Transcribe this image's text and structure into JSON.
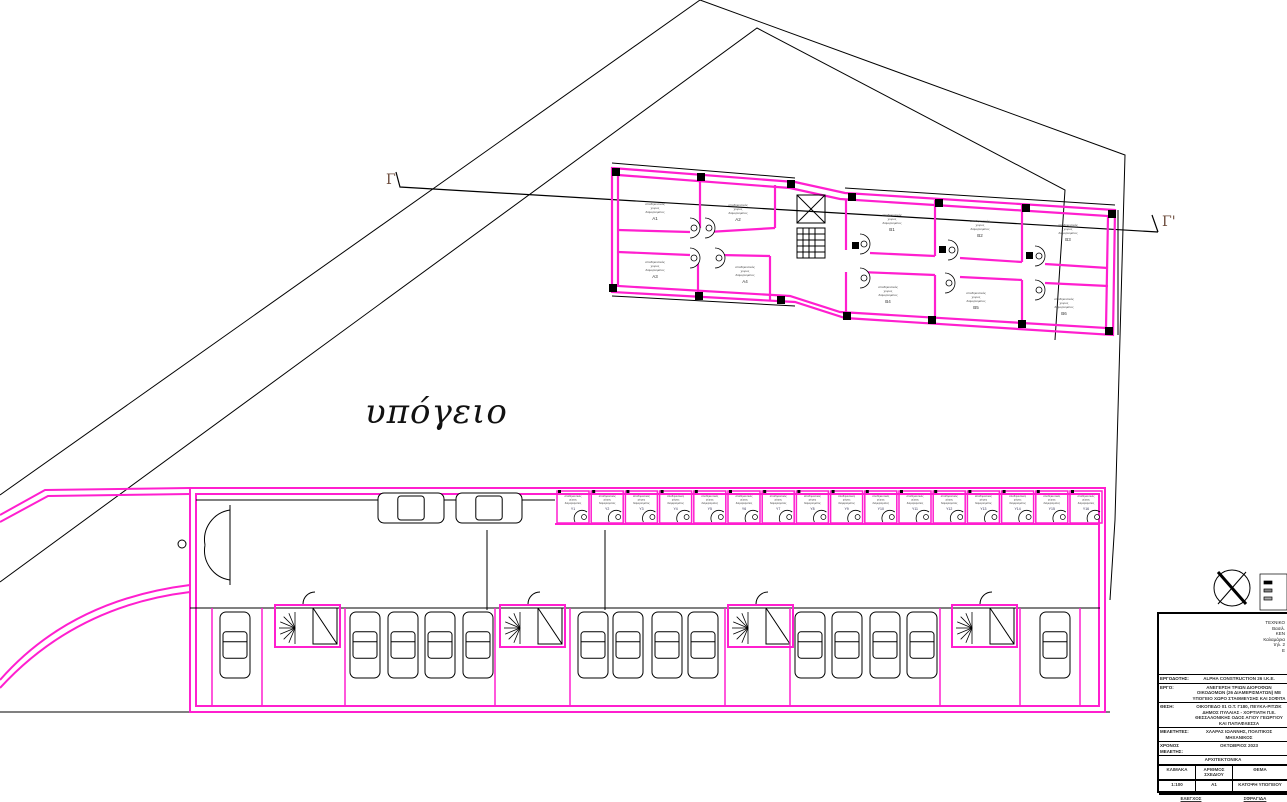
{
  "drawing": {
    "level_label": "υπόγειο",
    "section_start": "Γ",
    "section_end": "Γ'",
    "room_desc": [
      "αποθηκευτικός",
      "χώρος",
      "διαμερίσματος"
    ],
    "upper_rooms": [
      "Α1",
      "Α2",
      "Α3",
      "Α4",
      "Β1",
      "Β2",
      "Β3",
      "Β4",
      "Β5",
      "Β6"
    ],
    "storage_units": [
      "Υ1",
      "Υ2",
      "Υ3",
      "Υ4",
      "Υ5",
      "Υ6",
      "Υ7",
      "Υ8",
      "Υ9",
      "Υ10",
      "Υ11",
      "Υ12",
      "Υ13",
      "Υ14",
      "Υ15",
      "Υ16"
    ],
    "colors": {
      "wall": "#ff1fcf",
      "line": "#000000",
      "label": "#6b4a3a"
    }
  },
  "title_block": {
    "header": [
      "ΤΕΧΝΙΚΟ",
      "Βασιλ.",
      "ΚΕΝ",
      "Καλαμάρια",
      "τηλ. 2",
      "E"
    ],
    "client_label": "ΕΡΓΟΔΟΤΗΣ:",
    "client": "ALPHA CONSTRUCTION 26 I.K.E.",
    "project_label": "ΕΡΓΟ:",
    "project": "ΑΝΕΓΕΡΣΗ ΤΡΙΩΝ ΔΙΟΡΟΦΩΝ ΟΙΚΟΔΟΜΩΝ (26 ΔΙΑΜΕΡΙΣΜΑΤΩΝ) ΜΕ ΥΠΟΓΕΙΟ ΧΩΡΟ ΣΤΑΘΜΕΥΣΗΣ ΚΑΙ ΣΟΦΙΤΑ",
    "location_label": "ΘΕΣΗ:",
    "location": "ΟΙΚΟΠΕΔΟ 01 Ο.Τ. Γ180, ΠΕΥΚΑ-ΡΙΤΖΙΚ ΔΗΜΟΣ ΠΥΛΑΙΑΣ - ΧΟΡΤΙΑΤΗ Π.Ε. ΘΕΣΣΑΛΟΝΙΚΗΣ ΟΔΟΣ ΑΓΙΟΥ ΓΕΩΡΓΙΟΥ ΚΑΙ ΠΑΠΑΦΛΕΣΣΑ",
    "designers_label": "ΜΕΛΕΤΗΤΕΣ:",
    "designers": "ΧΛΑΡΑΣ ΙΩΑΝΝΗΣ, ΠΟΛΙΤΙΚΟΣ ΜΗΧΑΝΙΚΟΣ",
    "date_label": "ΧΡΟΝΟΣ ΜΕΛΕΤΗΣ:",
    "date": "ΟΚΤΩΒΡΙΟΣ 2023",
    "category": "ΑΡΧΙΤΕΚΤΟΝΙΚΑ",
    "scale_label": "ΚΛΙΜΑΚΑ",
    "number_label": "ΑΡΙΘΜΟΣ ΣΧΕΔΙΟΥ",
    "subject_label": "ΘΕΜΑ",
    "scale": "1:100",
    "number": "Α1",
    "subject": "ΚΑΤΟΨΗ ΥΠΟΓΕΙΟΥ",
    "check_label": "ΕΛΕΓΧΟΣ",
    "stamp_label": "ΣΦΡΑΓΙΔΑ"
  }
}
